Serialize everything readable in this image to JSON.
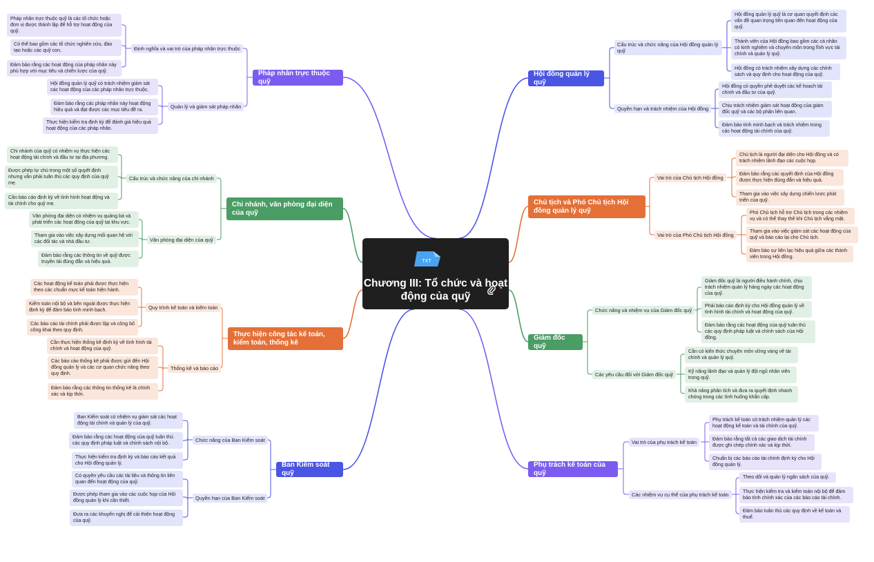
{
  "center": {
    "title": "Chương III: Tổ chức và hoạt động của quỹ",
    "file_badge": "TXT",
    "icons": [
      "txt-file-icon",
      "attachment-icon"
    ]
  },
  "colors": {
    "purple": "#7c5cf0",
    "blue": "#4a55e4",
    "green": "#4a9d64",
    "orange": "#e47038"
  },
  "branches": {
    "phap_nhan": {
      "title": "Pháp nhân trực thuộc quỹ",
      "subs": [
        {
          "label": "Định nghĩa và vai trò của pháp nhân trực thuộc",
          "leaves": [
            "Pháp nhân trực thuộc quỹ là các tổ chức hoặc đơn vị được thành lập để hỗ trợ hoạt động của quỹ.",
            "Có thể bao gồm các tổ chức nghiên cứu, đào tạo hoặc các quỹ con.",
            "Đảm bảo rằng các hoạt động của pháp nhân này phù hợp với mục tiêu và chiến lược của quỹ."
          ]
        },
        {
          "label": "Quản lý và giám sát pháp nhân",
          "leaves": [
            "Hội đồng quản lý quỹ có trách nhiệm giám sát các hoạt động của các pháp nhân trực thuộc.",
            "Đảm bảo rằng các pháp nhân này hoạt động hiệu quả và đạt được các mục tiêu đề ra.",
            "Thực hiện kiểm tra định kỳ để đánh giá hiệu quả hoạt động của các pháp nhân."
          ]
        }
      ]
    },
    "chi_nhanh": {
      "title": "Chi nhánh, văn phòng đại diện của quỹ",
      "subs": [
        {
          "label": "Cấu trúc và chức năng của chi nhánh",
          "leaves": [
            "Chi nhánh của quỹ có nhiệm vụ thực hiện các hoạt động tài chính và đầu tư tại địa phương.",
            "Được phép tự chủ trong một số quyết định nhưng vẫn phải tuân thủ các quy định của quỹ mẹ.",
            "Cần báo cáo định kỳ về tình hình hoạt động và tài chính cho quỹ mẹ."
          ]
        },
        {
          "label": "Văn phòng đại diện của quỹ",
          "leaves": [
            "Văn phòng đại diện có nhiệm vụ quảng bá và phát triển các hoạt động của quỹ tại khu vực.",
            "Tham gia vào việc xây dựng mối quan hệ với các đối tác và nhà đầu tư.",
            "Đảm bảo rằng các thông tin về quỹ được truyền tải đúng đắn và hiệu quả."
          ]
        }
      ]
    },
    "ke_toan": {
      "title": "Thực hiện công tác kế toán, kiểm toán, thống kê",
      "subs": [
        {
          "label": "Quy trình kế toán và kiểm toán",
          "leaves": [
            "Các hoạt động kế toán phải được thực hiện theo các chuẩn mực kế toán hiện hành.",
            "Kiểm toán nội bộ và bên ngoài được thực hiện định kỳ để đảm bảo tính minh bạch.",
            "Các báo cáo tài chính phải được lập và công bố công khai theo quy định."
          ]
        },
        {
          "label": "Thống kê và báo cáo",
          "leaves": [
            "Cần thực hiện thống kê định kỳ về tình hình tài chính và hoạt động của quỹ.",
            "Các báo cáo thống kê phải được gửi đến Hội đồng quản lý và các cơ quan chức năng theo quy định.",
            "Đảm bảo rằng các thông tin thống kê là chính xác và kịp thời."
          ]
        }
      ]
    },
    "kiem_soat": {
      "title": "Ban Kiểm soát quỹ",
      "subs": [
        {
          "label": "Chức năng của Ban Kiểm soát",
          "leaves": [
            "Ban Kiểm soát có nhiệm vụ giám sát các hoạt động tài chính và quản lý của quỹ.",
            "Đảm bảo rằng các hoạt động của quỹ tuân thủ các quy định pháp luật và chính sách nội bộ.",
            "Thực hiện kiểm tra định kỳ và báo cáo kết quả cho Hội đồng quản lý."
          ]
        },
        {
          "label": "Quyền hạn của Ban Kiểm soát",
          "leaves": [
            "Có quyền yêu cầu các tài liệu và thông tin liên quan đến hoạt động của quỹ.",
            "Được phép tham gia vào các cuộc họp của Hội đồng quản lý khi cần thiết.",
            "Đưa ra các khuyến nghị để cải thiện hoạt động của quỹ."
          ]
        }
      ]
    },
    "hoi_dong": {
      "title": "Hội đồng quản lý quỹ",
      "subs": [
        {
          "label": "Cấu trúc và chức năng của Hội đồng quản lý quỹ",
          "leaves": [
            "Hội đồng quản lý quỹ là cơ quan quyết định các vấn đề quan trọng liên quan đến hoạt động của quỹ.",
            "Thành viên của Hội đồng bao gồm các cá nhân có kinh nghiệm và chuyên môn trong lĩnh vực tài chính và quản lý quỹ.",
            "Hội đồng có trách nhiệm xây dựng các chính sách và quy định cho hoạt động của quỹ."
          ]
        },
        {
          "label": "Quyền hạn và trách nhiệm của Hội đồng",
          "leaves": [
            "Hội đồng có quyền phê duyệt các kế hoạch tài chính và đầu tư của quỹ.",
            "Chịu trách nhiệm giám sát hoạt động của giám đốc quỹ và các bộ phận liên quan.",
            "Đảm bảo tính minh bạch và trách nhiệm trong các hoạt động tài chính của quỹ."
          ]
        }
      ]
    },
    "chu_tich": {
      "title": "Chủ tịch và Phó Chủ tịch Hội đồng quản lý quỹ",
      "subs": [
        {
          "label": "Vai trò của Chủ tịch Hội đồng",
          "leaves": [
            "Chủ tịch là người đại diện cho Hội đồng và có trách nhiệm lãnh đạo các cuộc họp.",
            "Đảm bảo rằng các quyết định của Hội đồng được thực hiện đúng đắn và hiệu quả.",
            "Tham gia vào việc xây dựng chiến lược phát triển của quỹ."
          ]
        },
        {
          "label": "Vai trò của Phó Chủ tịch Hội đồng",
          "leaves": [
            "Phó Chủ tịch hỗ trợ Chủ tịch trong các nhiệm vụ và có thể thay thế khi Chủ tịch vắng mặt.",
            "Tham gia vào việc giám sát các hoạt động của quỹ và báo cáo lại cho Chủ tịch.",
            "Đảm bảo sự liên lạc hiệu quả giữa các thành viên trong Hội đồng."
          ]
        }
      ]
    },
    "giam_doc": {
      "title": "Giám đốc quỹ",
      "subs": [
        {
          "label": "Chức năng và nhiệm vụ của Giám đốc quỹ",
          "leaves": [
            "Giám đốc quỹ là người điều hành chính, chịu trách nhiệm quản lý hàng ngày các hoạt động của quỹ.",
            "Phải báo cáo định kỳ cho Hội đồng quản lý về tình hình tài chính và hoạt động của quỹ.",
            "Đảm bảo rằng các hoạt động của quỹ tuân thủ các quy định pháp luật và chính sách của Hội đồng."
          ]
        },
        {
          "label": "Các yêu cầu đối với Giám đốc quỹ",
          "leaves": [
            "Cần có kiến thức chuyên môn vững vàng về tài chính và quản lý quỹ.",
            "Kỹ năng lãnh đạo và quản lý đội ngũ nhân viên trong quỹ.",
            "Khả năng phân tích và đưa ra quyết định nhanh chóng trong các tình huống khẩn cấp."
          ]
        }
      ]
    },
    "phu_trach": {
      "title": "Phụ trách kế toán của quỹ",
      "subs": [
        {
          "label": "Vai trò của phụ trách kế toán",
          "leaves": [
            "Phụ trách kế toán có trách nhiệm quản lý các hoạt động kế toán và tài chính của quỹ.",
            "Đảm bảo rằng tất cả các giao dịch tài chính được ghi chép chính xác và kịp thời.",
            "Chuẩn bị các báo cáo tài chính định kỳ cho Hội đồng quản lý."
          ]
        },
        {
          "label": "Các nhiệm vụ cụ thể của phụ trách kế toán",
          "leaves": [
            "Theo dõi và quản lý ngân sách của quỹ.",
            "Thực hiện kiểm tra và kiểm toán nội bộ để đảm bảo tính chính xác của các báo cáo tài chính.",
            "Đảm bảo tuân thủ các quy định về kế toán và thuế."
          ]
        }
      ]
    }
  }
}
